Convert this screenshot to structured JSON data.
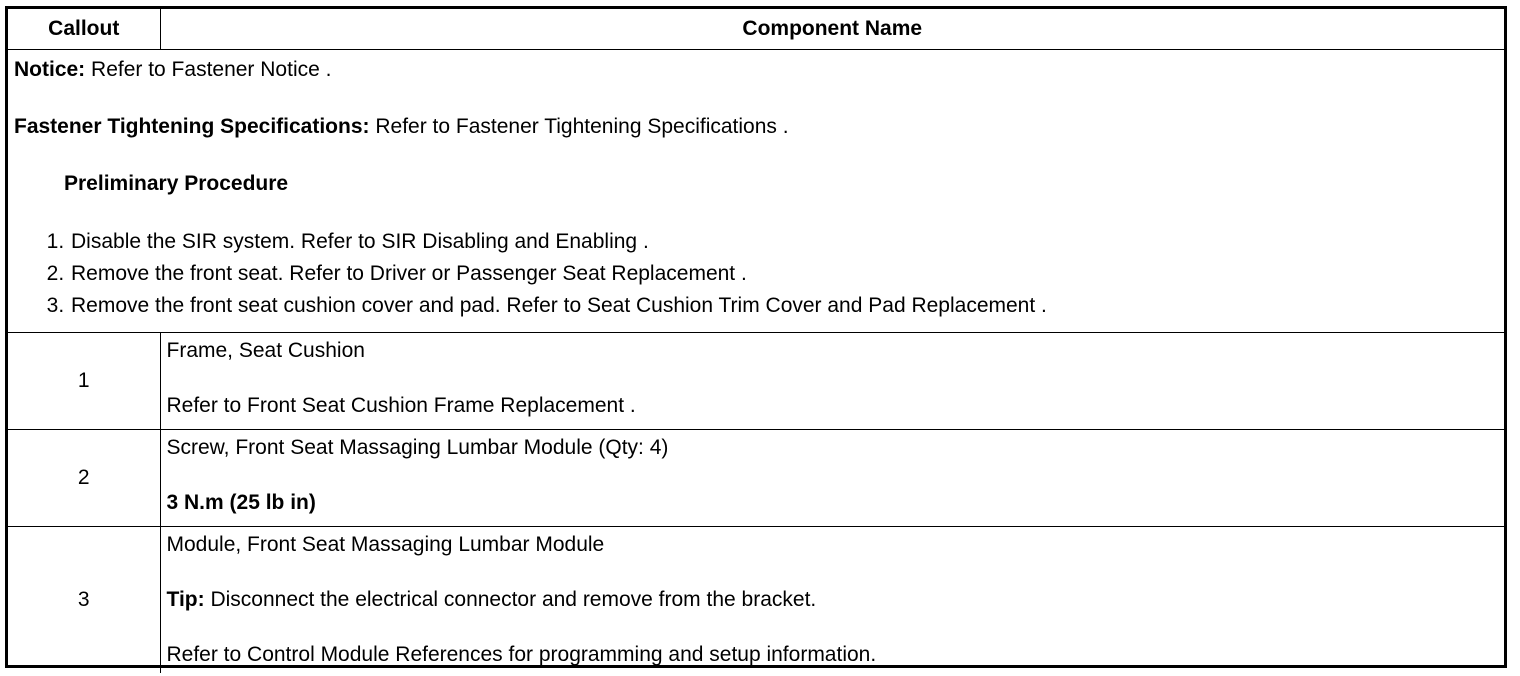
{
  "header": {
    "callout": "Callout",
    "component_name": "Component Name"
  },
  "notice": {
    "notice_label": "Notice:",
    "notice_text": " Refer to Fastener Notice .",
    "fastener_label": "Fastener Tightening Specifications:",
    "fastener_text": " Refer to  Fastener Tightening Specifications .",
    "prelim_title": "Preliminary Procedure",
    "steps": [
      "Disable the SIR system. Refer to  SIR Disabling and Enabling .",
      "Remove the front seat. Refer to  Driver or Passenger Seat Replacement .",
      "Remove the front seat cushion cover and pad. Refer to Seat Cushion Trim Cover and Pad Replacement ."
    ]
  },
  "rows": [
    {
      "callout": "1",
      "name": "Frame, Seat Cushion",
      "ref": "Refer to  Front Seat Cushion Frame Replacement ."
    },
    {
      "callout": "2",
      "name": "Screw, Front Seat Massaging Lumbar Module (Qty: 4)",
      "spec": "3 N.m (25 lb in)"
    },
    {
      "callout": "3",
      "name": "Module, Front Seat Massaging Lumbar Module",
      "tip_label": "Tip:",
      "tip_text": " Disconnect the electrical connector and remove from the bracket.",
      "ref": "Refer to  Control Module References for programming and setup information."
    }
  ]
}
